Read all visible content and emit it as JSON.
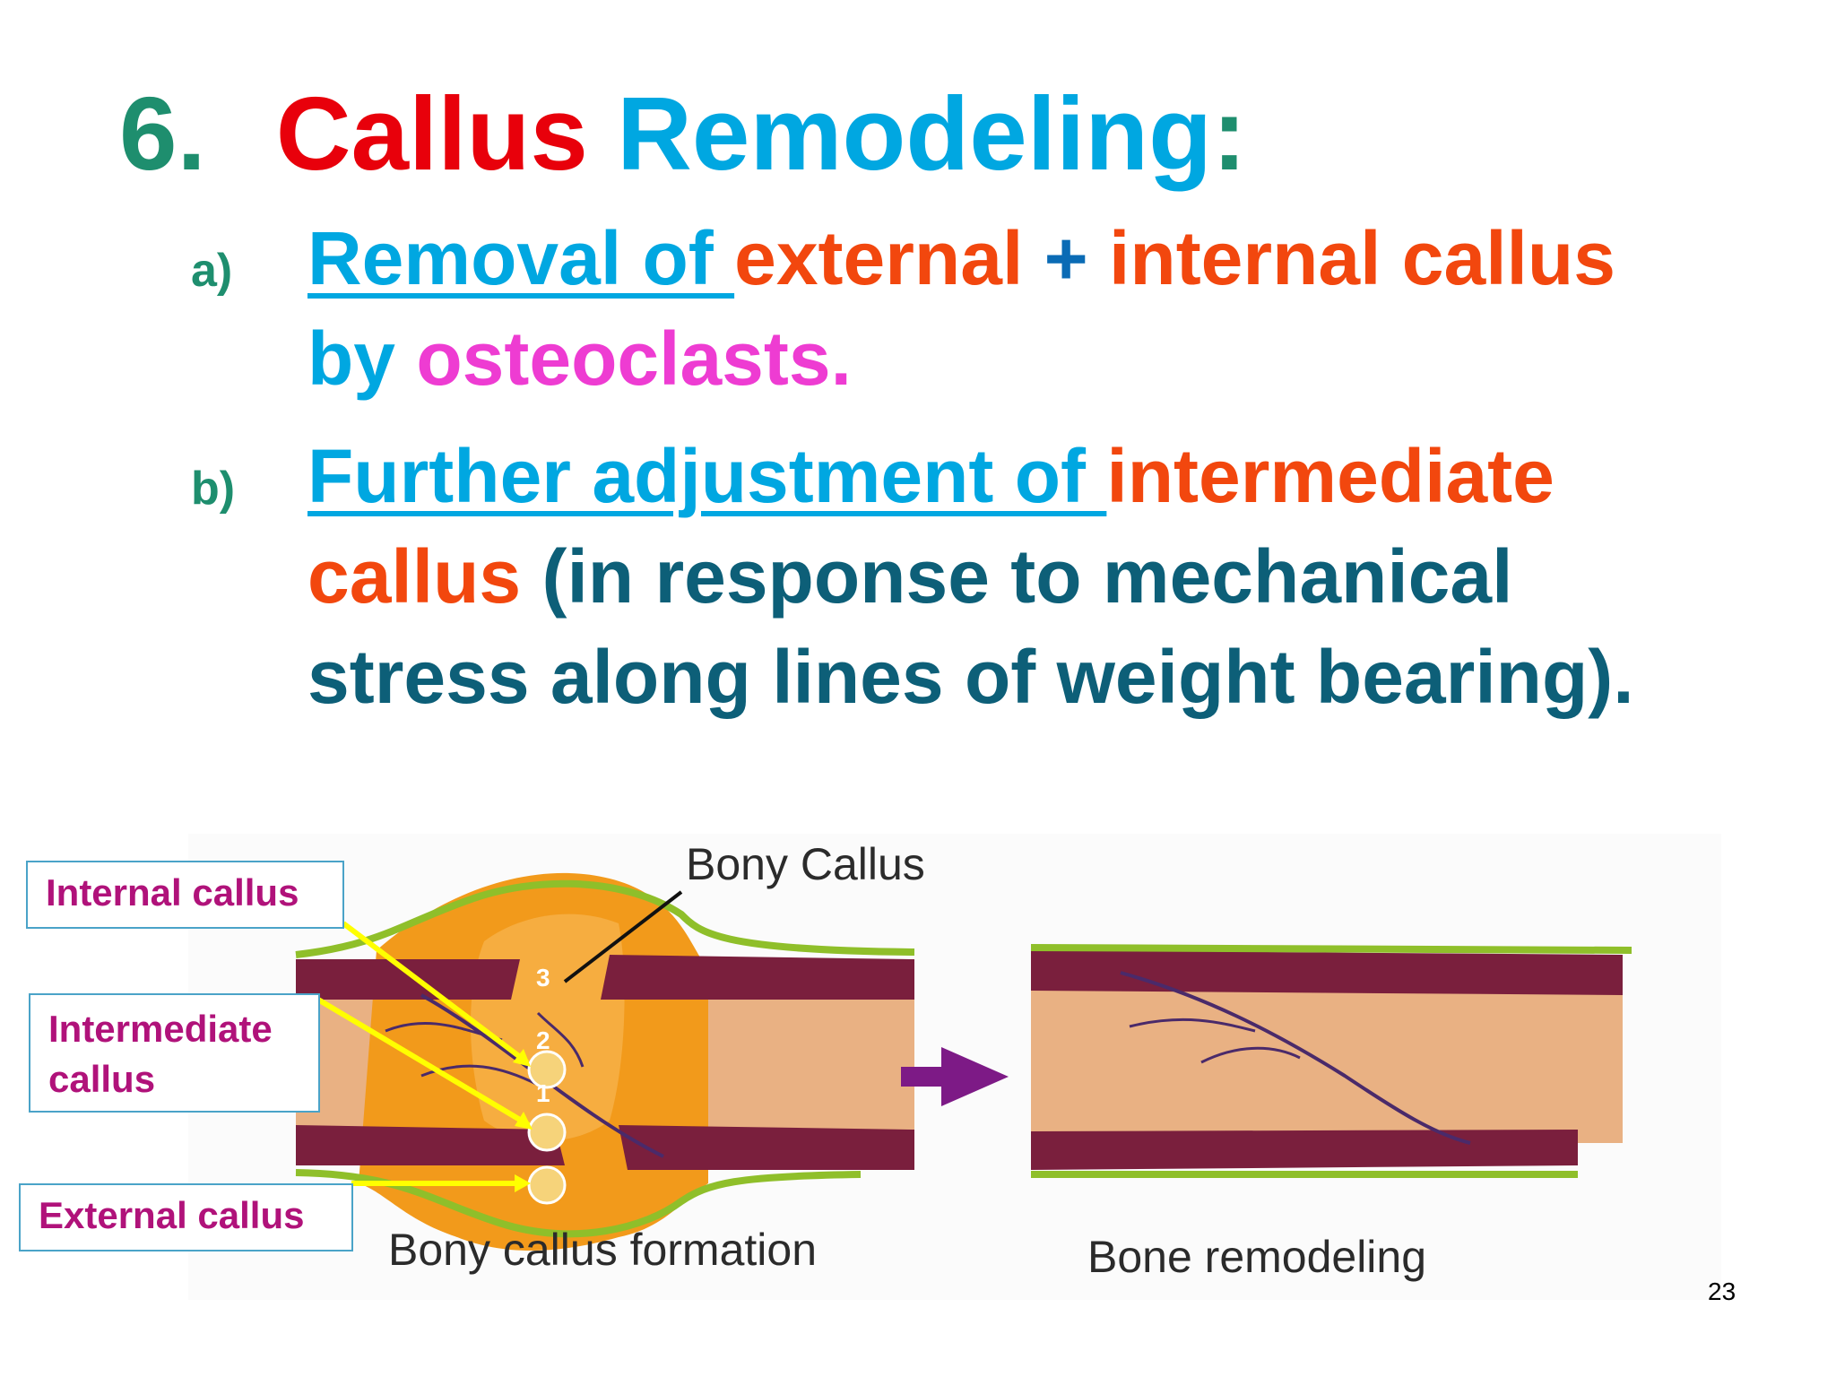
{
  "title": {
    "number": "6.",
    "word1": "Callus",
    "word2": "Remodeling",
    "colon": ":"
  },
  "items": [
    {
      "label": "a)",
      "underlined": "Removal of ",
      "part1": "external",
      "plus": "+",
      "part2": "internal callus",
      "line2_prefix": "by ",
      "line2_highlight": "osteoclasts",
      "line2_end": "."
    },
    {
      "label": "b)",
      "underlined": "Further adjustment of ",
      "highlight": "intermediate callus",
      "rest": " (in response to mechanical stress along lines of weight bearing)."
    }
  ],
  "figure": {
    "callouts": {
      "internal": "Internal callus",
      "intermediate": "Intermediate callus",
      "external": "External callus"
    },
    "bony_callus_label": "Bony Callus",
    "markers": [
      "3",
      "2",
      "1"
    ],
    "caption_left": "Bony callus formation",
    "caption_right": "Bone remodeling"
  },
  "page_number": "23",
  "colors": {
    "title_number": "#1e8e6e",
    "title_red": "#e8000b",
    "cyan": "#00a7e1",
    "orange": "#f2470e",
    "pink": "#ee3cd2",
    "teal": "#0d5f78",
    "callout_text": "#b0127a",
    "bone_marrow": "#e9b183",
    "cortex": "#7a1f3d",
    "periosteum": "#8fbf2a",
    "callus": "#f29a1b",
    "arrow": "#7d1a86",
    "pointer": "#ffff00"
  }
}
